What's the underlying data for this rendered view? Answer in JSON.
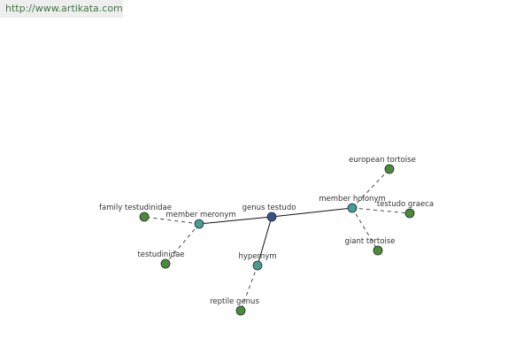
{
  "watermark": {
    "text": "http://www.artikata.com"
  },
  "colors": {
    "center_node": "#3d4e8a",
    "relation_node": "#4a9a96",
    "leaf_node": "#4a8a3a",
    "node_stroke": "#1e3320",
    "solid_edge": "#111111",
    "dashed_edge": "#333333"
  },
  "graph": {
    "nodes": [
      {
        "id": "center",
        "label": "genus testudo",
        "kind": "center"
      },
      {
        "id": "member_meronym",
        "label": "member meronym",
        "kind": "relation"
      },
      {
        "id": "member_holonym",
        "label": "member holonym",
        "kind": "relation"
      },
      {
        "id": "hypernym",
        "label": "hypernym",
        "kind": "relation"
      },
      {
        "id": "family_testudinidae",
        "label": "family testudinidae",
        "kind": "leaf"
      },
      {
        "id": "testudinidae",
        "label": "testudinidae",
        "kind": "leaf"
      },
      {
        "id": "european_tortoise",
        "label": "european tortoise",
        "kind": "leaf"
      },
      {
        "id": "testudo_graeca",
        "label": "testudo graeca",
        "kind": "leaf"
      },
      {
        "id": "giant_tortoise",
        "label": "giant tortoise",
        "kind": "leaf"
      },
      {
        "id": "reptile_genus",
        "label": "reptile genus",
        "kind": "leaf"
      }
    ],
    "edges": [
      {
        "from": "center",
        "to": "member_meronym",
        "style": "solid"
      },
      {
        "from": "center",
        "to": "member_holonym",
        "style": "solid"
      },
      {
        "from": "center",
        "to": "hypernym",
        "style": "solid"
      },
      {
        "from": "member_meronym",
        "to": "family_testudinidae",
        "style": "dashed"
      },
      {
        "from": "member_meronym",
        "to": "testudinidae",
        "style": "dashed"
      },
      {
        "from": "member_holonym",
        "to": "european_tortoise",
        "style": "dashed"
      },
      {
        "from": "member_holonym",
        "to": "testudo_graeca",
        "style": "dashed"
      },
      {
        "from": "member_holonym",
        "to": "giant_tortoise",
        "style": "dashed"
      },
      {
        "from": "hypernym",
        "to": "reptile_genus",
        "style": "dashed"
      }
    ]
  }
}
